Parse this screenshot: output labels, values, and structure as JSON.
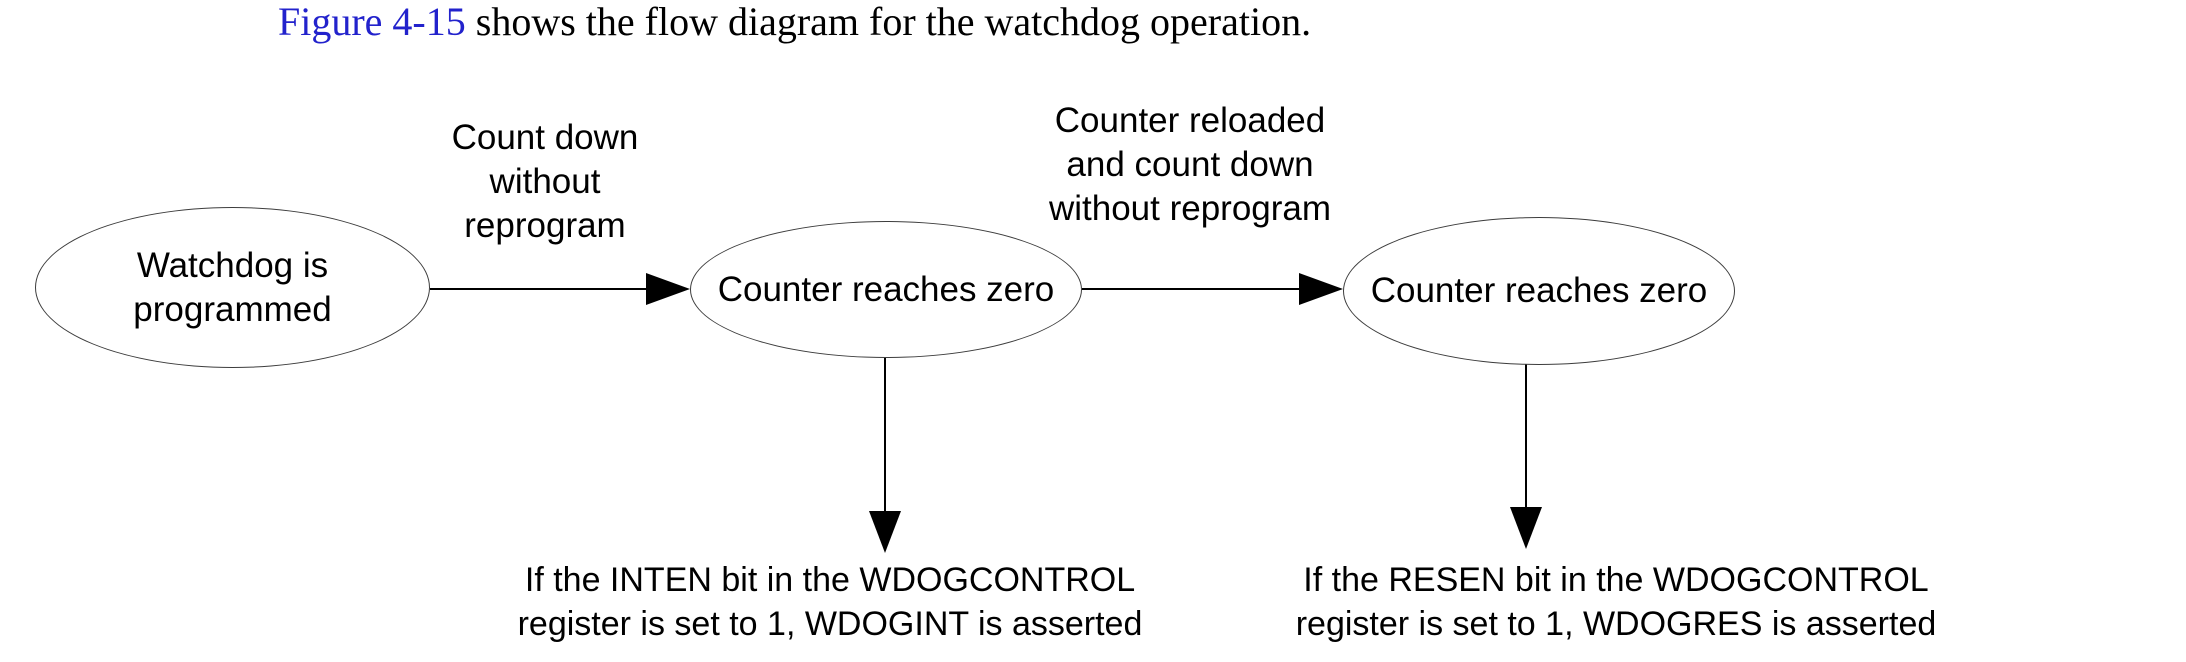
{
  "intro": {
    "link_text": "Figure 4-15",
    "text_after_link": " shows the flow diagram for the watchdog operation."
  },
  "diagram": {
    "nodes": [
      {
        "id": "watchdog-programmed",
        "label_lines": [
          "Watchdog is",
          "programmed"
        ]
      },
      {
        "id": "counter-reaches-zero-1",
        "label": "Counter reaches zero"
      },
      {
        "id": "counter-reaches-zero-2",
        "label": "Counter reaches zero"
      }
    ],
    "edge_labels": [
      {
        "lines": [
          "Count down",
          "without",
          "reprogram"
        ]
      },
      {
        "lines": [
          "Counter reloaded",
          "and count down",
          "without reprogram"
        ]
      }
    ],
    "notes": [
      {
        "lines": [
          "If the INTEN bit in the WDOGCONTROL",
          "register is set to 1, WDOGINT is asserted"
        ]
      },
      {
        "lines": [
          "If the RESEN bit in the WDOGCONTROL",
          "register is set to 1, WDOGRES is asserted"
        ]
      }
    ]
  },
  "colors": {
    "link_blue": "#2222cc",
    "text": "#000000",
    "node_outline": "#3d3d3d",
    "arrow": "#000000",
    "background": "#ffffff"
  }
}
